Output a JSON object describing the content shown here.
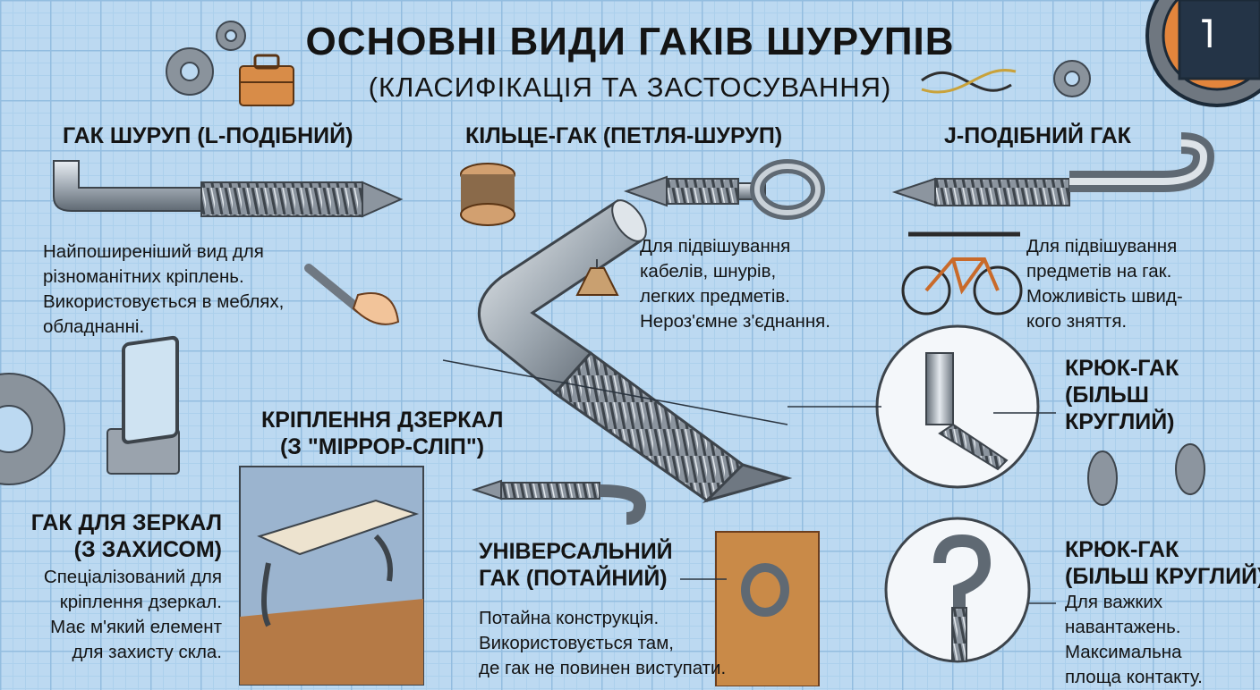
{
  "title": "ОСНОВНІ ВИДИ ГАКІВ ШУРУПІВ",
  "subtitle": "(КЛАСИФІКАЦІЯ ТА ЗАСТОСУВАННЯ)",
  "corner_logo": "˥",
  "colors": {
    "background": "#bcd9f1",
    "grid": "#93bde0",
    "metal": "#9aa3ad",
    "text": "#141414"
  },
  "sections": {
    "l_hook": {
      "heading": "ГАК ШУРУП (L-ПОДІБНИЙ)",
      "description": [
        "Найпоширеніший вид для",
        "різноманітних кріплень.",
        "Використовується в меблях,",
        "обладнанні."
      ]
    },
    "ring_hook": {
      "heading": "КІЛЬЦЕ-ГАК (ПЕТЛЯ-ШУРУП)",
      "description": [
        "Для підвішування",
        "кабелів, шнурів,",
        "легких предметів.",
        "Нероз'ємне з'єднання."
      ]
    },
    "j_hook": {
      "heading": "J-ПОДІБНИЙ ГАК",
      "description": [
        "Для підвішування",
        "предметів на гак.",
        "Можливість швид-",
        "кого зняття."
      ]
    },
    "mirror_clip": {
      "heading": [
        "КРІПЛЕННЯ ДЗЕРКАЛ",
        "(З \"МІРРОР-СЛІП\")"
      ]
    },
    "mirror_hook": {
      "heading": [
        "ГАК ДЛЯ ЗЕРКАЛ",
        "(З ЗАХИСОМ)"
      ],
      "description": [
        "Спеціалізований для",
        "кріплення дзеркал.",
        "Має м'який елемент",
        "для захисту скла."
      ]
    },
    "universal_hook": {
      "heading": [
        "УНІВЕРСАЛЬНИЙ",
        "ГАК (ПОТАЙНИЙ)"
      ],
      "description": [
        "Потайна конструкція.",
        "Використовується там,",
        "де гак не повинен виступати."
      ]
    },
    "round_hook_1": {
      "heading": [
        "КРЮК-ГАК",
        "(БІЛЬШ",
        "КРУГЛИЙ)"
      ]
    },
    "round_hook_2": {
      "heading": [
        "КРЮК-ГАК",
        "(БІЛЬШ КРУГЛИЙ)"
      ],
      "description": [
        "Для важких",
        "навантажень.",
        "Максимальна",
        "площа контакту."
      ]
    }
  }
}
